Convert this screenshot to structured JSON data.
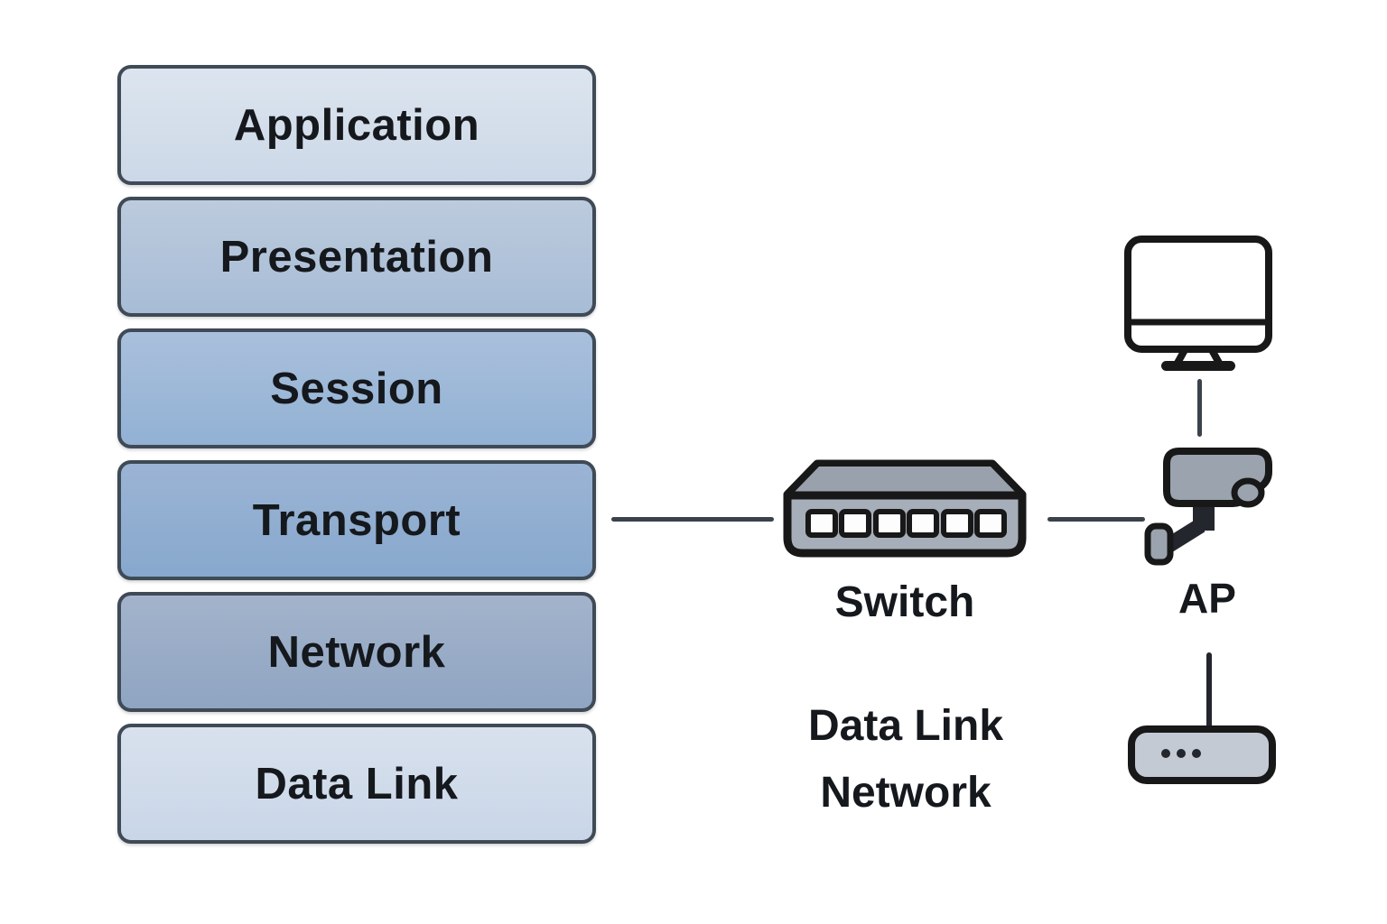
{
  "osi_stack": {
    "layers": [
      {
        "label": "Application",
        "fill_top": "#dce5ef",
        "fill_bottom": "#ccd8e7"
      },
      {
        "label": "Presentation",
        "fill_top": "#bccbdd",
        "fill_bottom": "#a7bcd6"
      },
      {
        "label": "Session",
        "fill_top": "#a9c0dc",
        "fill_bottom": "#92b1d4"
      },
      {
        "label": "Transport",
        "fill_top": "#9bb4d4",
        "fill_bottom": "#87a8cd"
      },
      {
        "label": "Network",
        "fill_top": "#a3b3cb",
        "fill_bottom": "#8fa5c2"
      },
      {
        "label": "Data Link",
        "fill_top": "#d8e1ed",
        "fill_bottom": "#c9d6e8"
      }
    ]
  },
  "network": {
    "switch": {
      "label": "Switch",
      "port_count": 6
    },
    "ap": {
      "label": "AP"
    },
    "caption": {
      "line1": "Data Link",
      "line2": "Network"
    }
  },
  "palette": {
    "background": "#ffffff",
    "box_border": "#3f4a56",
    "label_text": "#15181c",
    "icon_outline": "#181818",
    "icon_dark": "#23262c",
    "switch_body": "#a6aeb9",
    "switch_top": "#99a1ad",
    "camera_body": "#9aa3ae",
    "router_body": "#c4cad4",
    "port_fill": "#fdfdfd",
    "connector": "#3a424c"
  }
}
